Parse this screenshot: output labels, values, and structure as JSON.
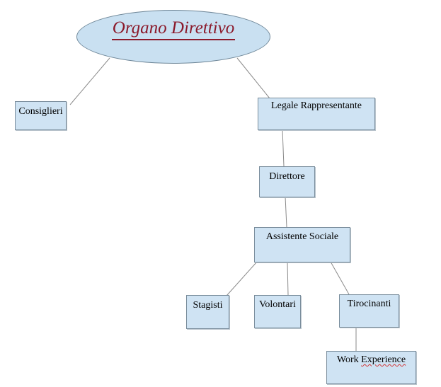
{
  "diagram": {
    "root": {
      "label": "Organo Direttivo"
    },
    "nodes": {
      "consiglieri": {
        "label": "Consiglieri"
      },
      "legale_rappresentante": {
        "label": "Legale Rappresentante"
      },
      "direttore": {
        "label": "Direttore"
      },
      "assistente_sociale": {
        "label": "Assistente Sociale"
      },
      "stagisti": {
        "label": "Stagisti"
      },
      "volontari": {
        "label": "Volontari"
      },
      "tirocinanti": {
        "label": "Tirocinanti"
      },
      "work_experience": {
        "label_part1": "Work ",
        "label_part2": "Experience"
      }
    },
    "colors": {
      "box_fill": "#cfe3f3",
      "ellipse_fill": "#c9e0f1",
      "title_text": "#8b1a2b",
      "line": "#8a8a8a"
    }
  }
}
